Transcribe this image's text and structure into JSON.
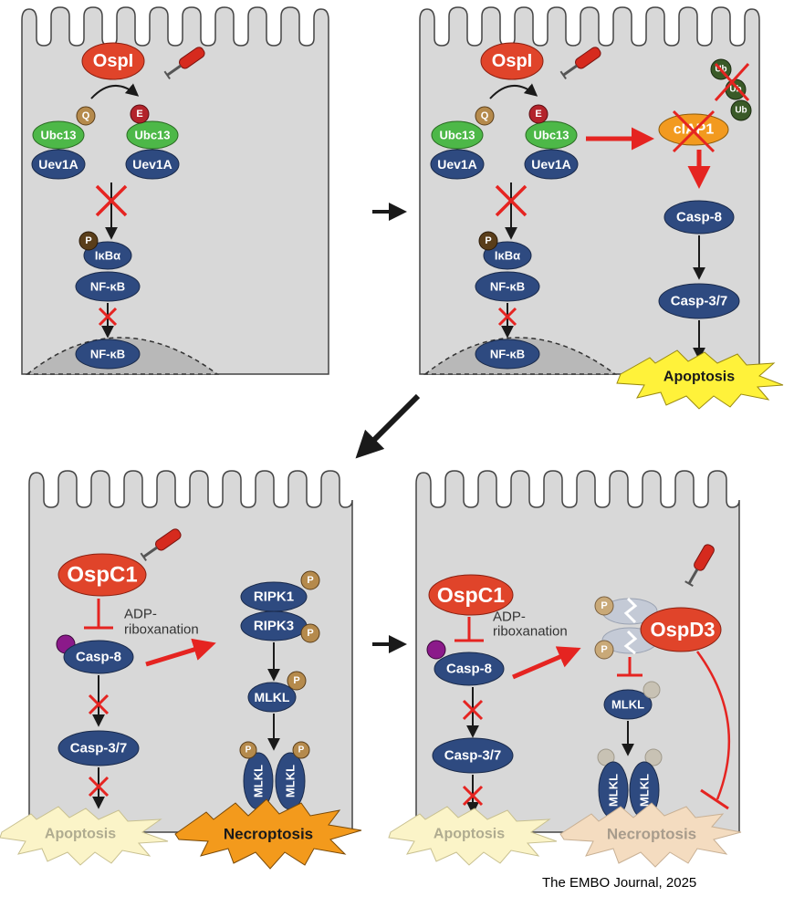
{
  "panel1": {
    "ospi": "OspI",
    "q": "Q",
    "e": "E",
    "ubc13_left": "Ubc13",
    "ubc13_right": "Ubc13",
    "uev1a_left": "Uev1A",
    "uev1a_right": "Uev1A",
    "p": "P",
    "ikba": "IκBα",
    "nfkb_cyto": "NF-κB",
    "nfkb_nucleus": "NF-κB"
  },
  "panel2": {
    "ospi": "OspI",
    "q": "Q",
    "e": "E",
    "ubc13_left": "Ubc13",
    "ubc13_right": "Ubc13",
    "uev1a_left": "Uev1A",
    "uev1a_right": "Uev1A",
    "ciap1": "cIAP1",
    "ub1": "Ub",
    "ub2": "Ub",
    "ub3": "Ub",
    "casp8": "Casp-8",
    "casp37": "Casp-3/7",
    "apoptosis": "Apoptosis",
    "p": "P",
    "ikba": "IκBα",
    "nfkb_cyto": "NF-κB",
    "nfkb_nucleus": "NF-κB"
  },
  "panel3": {
    "ospc1": "OspC1",
    "adp_line1": "ADP-",
    "adp_line2": "riboxanation",
    "casp8": "Casp-8",
    "casp37": "Casp-3/7",
    "ripk1": "RIPK1",
    "ripk3": "RIPK3",
    "mlkl": "MLKL",
    "mlkl_left": "MLKL",
    "mlkl_right": "MLKL",
    "p": "P",
    "apoptosis": "Apoptosis",
    "necroptosis": "Necroptosis"
  },
  "panel4": {
    "ospc1": "OspC1",
    "adp_line1": "ADP-",
    "adp_line2": "riboxanation",
    "casp8": "Casp-8",
    "casp37": "Casp-3/7",
    "ospd3": "OspD3",
    "mlkl": "MLKL",
    "mlkl_left": "MLKL",
    "mlkl_right": "MLKL",
    "p": "P",
    "apoptosis": "Apoptosis",
    "necroptosis": "Necroptosis"
  },
  "credit": "The EMBO Journal, 2025",
  "colors": {
    "cell_fill": "#d8d8d8",
    "protein_blue": "#2e4a80",
    "ubc13_green": "#4db848",
    "effector_red": "#e0442a",
    "ciap1_orange": "#f29a1f",
    "phospho_tan": "#b58a4c",
    "arrow_red": "#e52421",
    "apoptosis_yellow": "#fff23a",
    "necroptosis_orange": "#f39a1c"
  }
}
